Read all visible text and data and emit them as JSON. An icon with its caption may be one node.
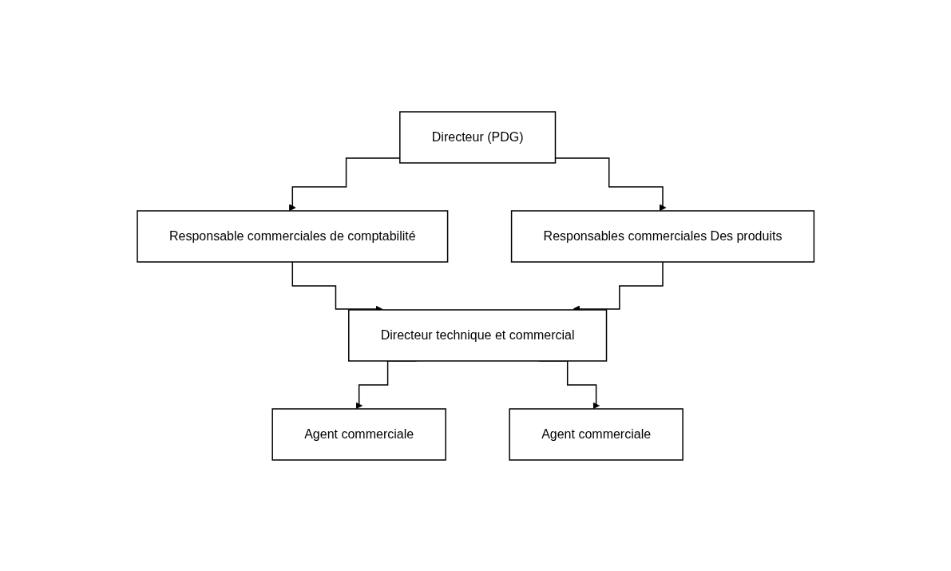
{
  "diagram": {
    "nodes": [
      {
        "text": [
          "Directeur (PDG)"
        ]
      },
      {
        "text": [
          "Responsable commerciales de comptabilité"
        ]
      },
      {
        "text": [
          "Responsables commerciales Des produits"
        ]
      },
      {
        "text": [
          "Directeur technique et commercial"
        ]
      },
      {
        "text": [
          "Agent commerciale"
        ]
      },
      {
        "text": [
          "Agent commerciale"
        ]
      }
    ],
    "edges": [
      {
        "from": 0,
        "to": 1,
        "arrow": "to"
      },
      {
        "from": 0,
        "to": 2,
        "arrow": "to"
      },
      {
        "from": 1,
        "to": 3,
        "arrow": "to"
      },
      {
        "from": 2,
        "to": 3,
        "arrow": "to"
      },
      {
        "from": 3,
        "to": 4,
        "arrow": "to"
      },
      {
        "from": 3,
        "to": 5,
        "arrow": "to"
      }
    ]
  }
}
